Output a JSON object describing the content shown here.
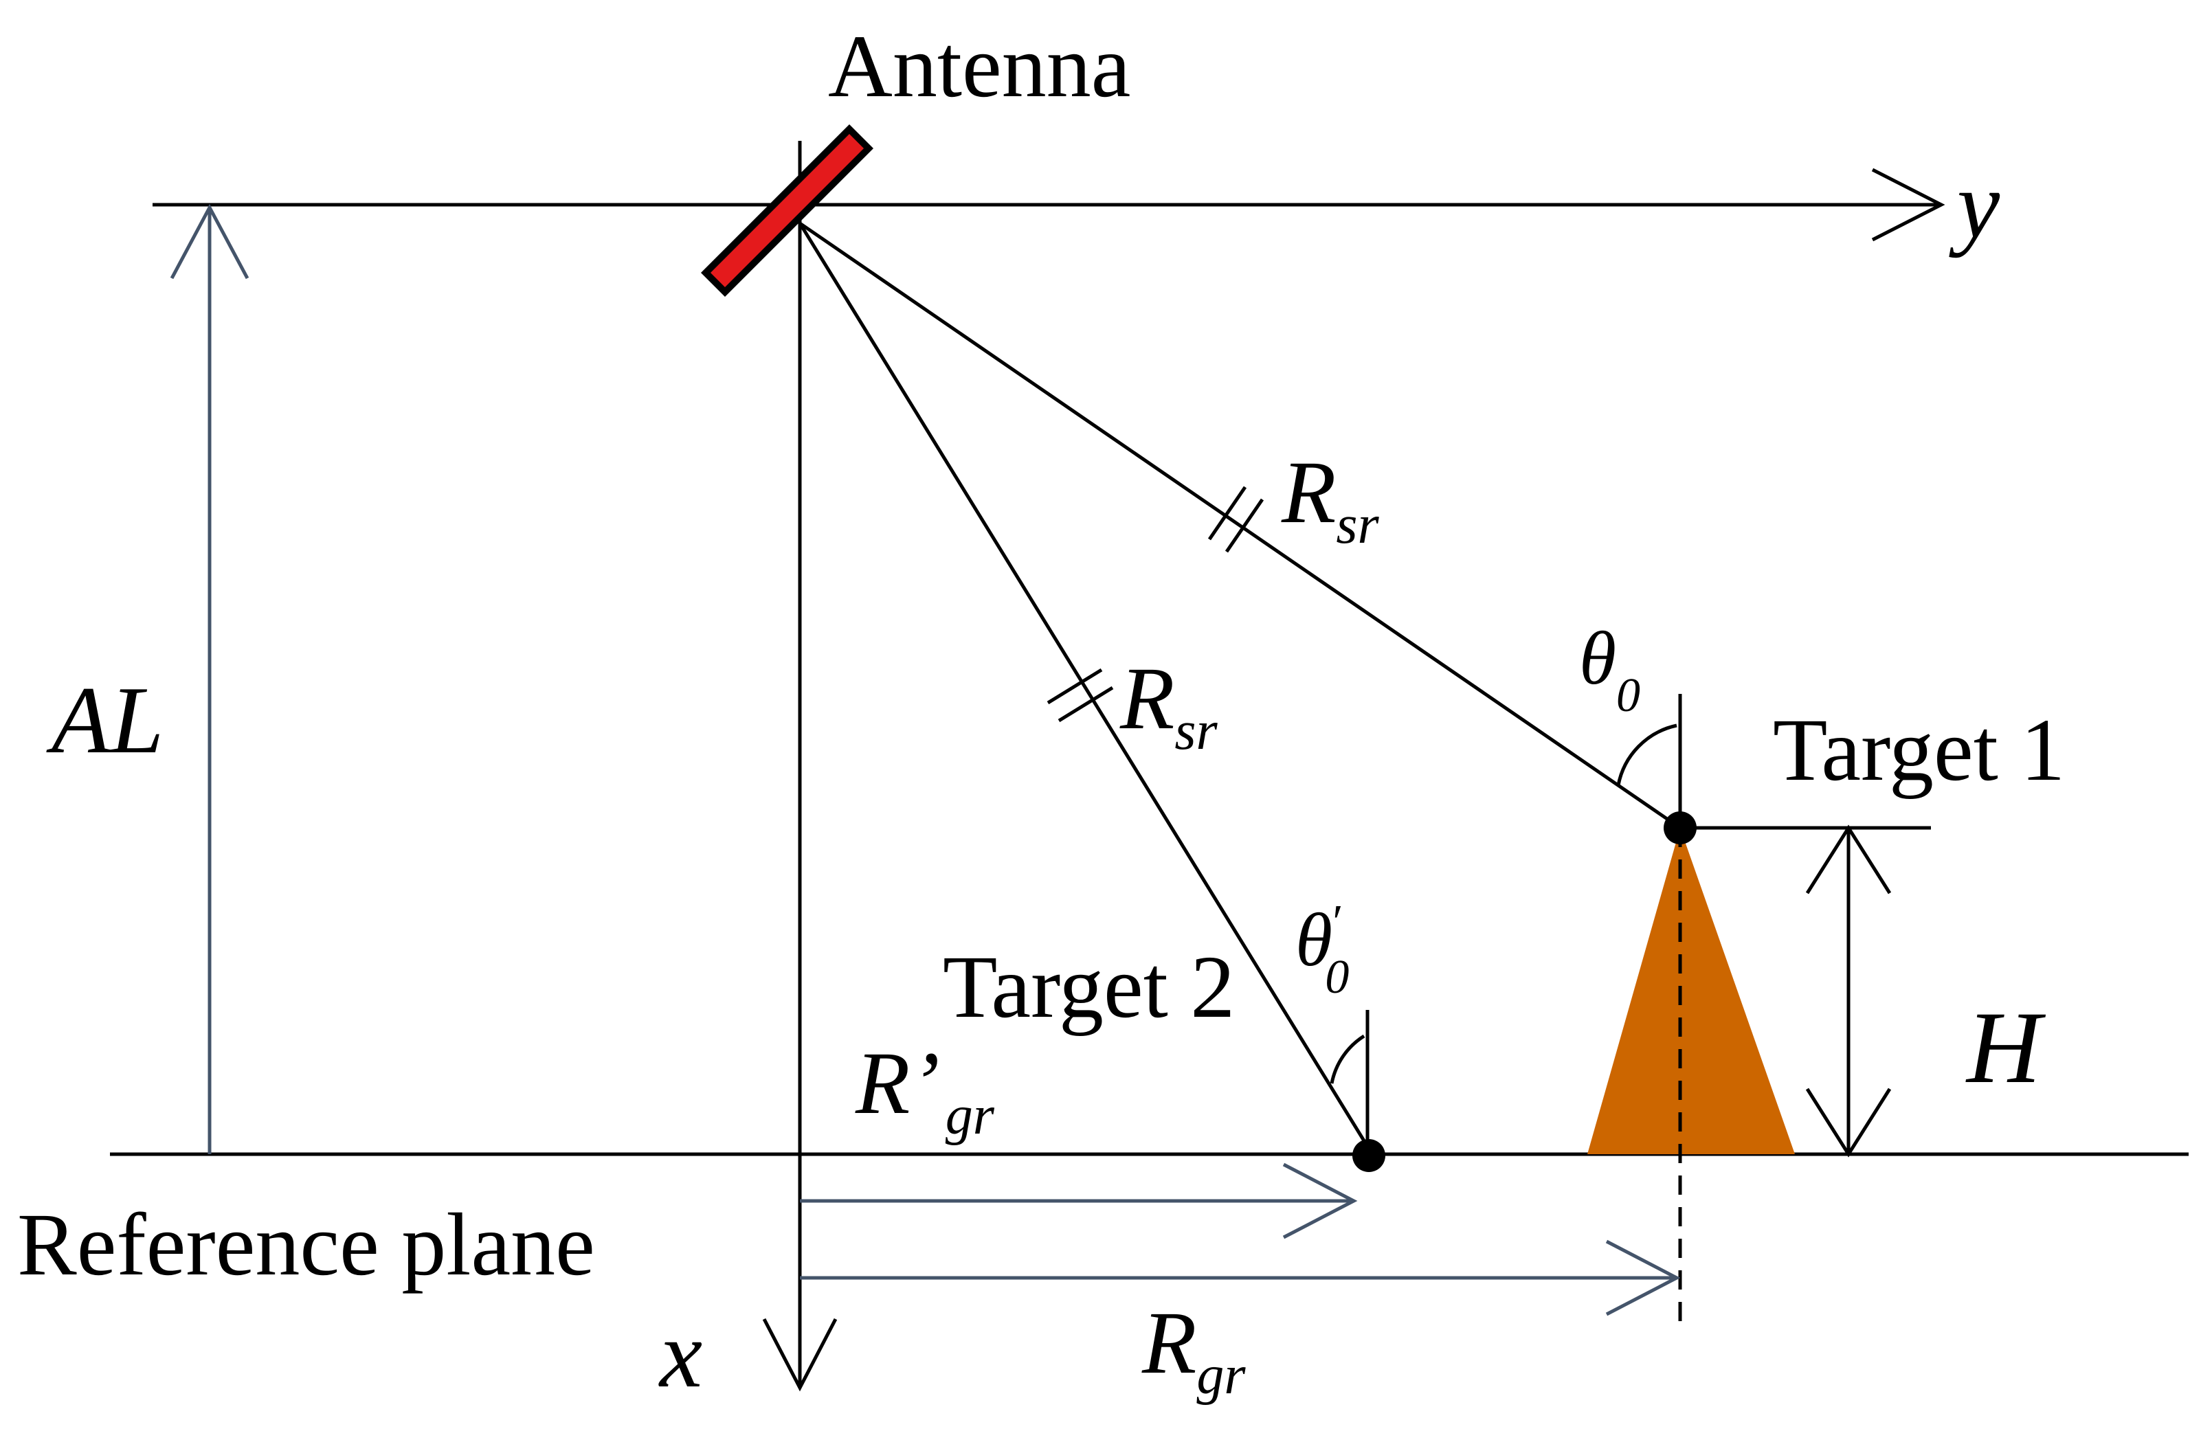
{
  "labels": {
    "antenna": "Antenna",
    "y_axis": "y",
    "x_axis": "x",
    "altitude": "AL",
    "slant_range_1": "R",
    "slant_range_1_sub": "sr",
    "slant_range_2": "R",
    "slant_range_2_sub": "sr",
    "incidence_angle_1": "θ",
    "incidence_angle_1_sub": "0",
    "incidence_angle_2": "θ",
    "incidence_angle_2_prime": "′",
    "incidence_angle_2_sub": "0",
    "target_1": "Target 1",
    "target_2": "Target 2",
    "height": "H",
    "ground_range_2": "R’",
    "ground_range_2_sub": "gr",
    "ground_range_1": "R",
    "ground_range_1_sub": "gr",
    "reference_plane": "Reference plane"
  },
  "colors": {
    "antenna_fill": "#e41a1c",
    "target_fill": "#cc6600",
    "dimension_arrow": "#44546a",
    "line": "#000000"
  }
}
